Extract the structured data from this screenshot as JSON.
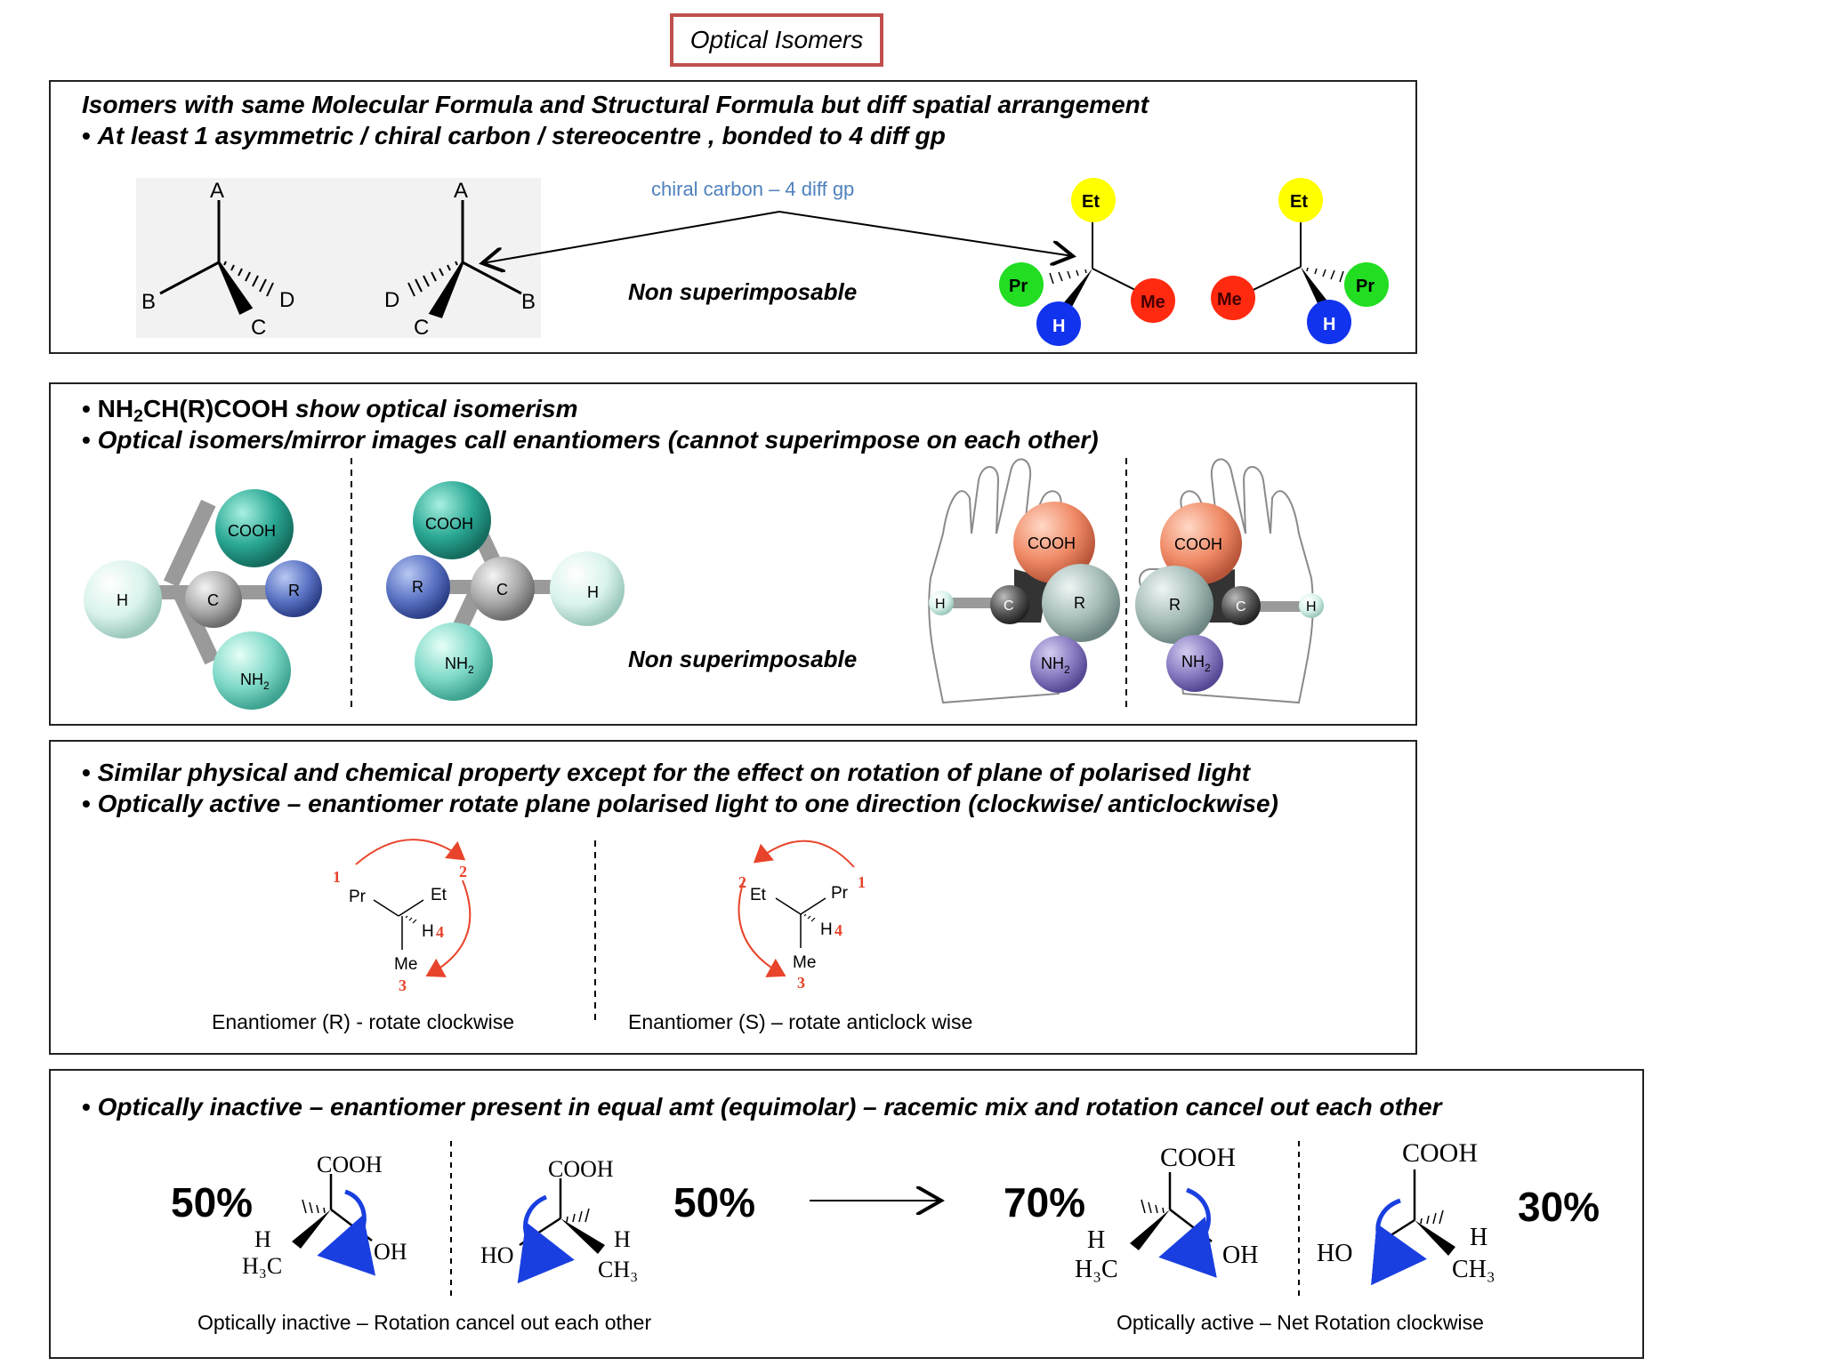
{
  "title": "Optical Isomers",
  "box1": {
    "line1": "Isomers with same Molecular Formula and Structural Formula but diff spatial arrangement",
    "line2": "At least 1 asymmetric / chiral carbon / stereocentre , bonded to 4 diff gp",
    "chiral_label": "chiral carbon – 4 diff gp",
    "non_superimposable": "Non superimposable",
    "tetra_labels": {
      "a": "A",
      "b": "B",
      "c": "C",
      "d": "D"
    },
    "ball_labels": {
      "et": "Et",
      "pr": "Pr",
      "me": "Me",
      "h": "H"
    },
    "ball_colors": {
      "et": "#ffff00",
      "pr": "#22dd22",
      "me": "#ff2a10",
      "h": "#1133ee"
    }
  },
  "box2": {
    "line1_prefix": "NH",
    "line1_sub": "2",
    "line1_mid": "CH(R)COOH",
    "line1_suffix": " show optical isomerism",
    "line2": "Optical isomers/mirror images  call enantiomers (cannot superimpose on each other)",
    "non_superimposable": "Non superimposable",
    "atoms": {
      "cooh": "COOH",
      "c": "C",
      "h": "H",
      "r": "R",
      "nh": "NH",
      "two": "2"
    }
  },
  "box3": {
    "line1": "Similar physical and chemical property except for the effect on rotation of plane of polarised light",
    "line2": "Optically active – enantiomer rotate plane polarised light to one direction (clockwise/  anticlockwise)",
    "caption_r": "Enantiomer  (R) - rotate clockwise",
    "caption_s": "Enantiomer  (S) – rotate anticlock wise",
    "groups": {
      "pr": "Pr",
      "et": "Et",
      "h": "H",
      "me": "Me"
    },
    "priorities": [
      "1",
      "2",
      "3",
      "4"
    ]
  },
  "box4": {
    "line1": "Optically inactive – enantiomer  present in equal amt (equimolar) – racemic mix and rotation cancel out  each other",
    "pct": [
      "50%",
      "50%",
      "70%",
      "30%"
    ],
    "caption_left": "Optically inactive – Rotation cancel out each other",
    "caption_right": "Optically active – Net  Rotation clockwise",
    "groups": {
      "cooh": "COOH",
      "h": "H",
      "h3c": "H₃C",
      "oh": "OH",
      "ho": "HO",
      "ch3": "CH₃"
    }
  }
}
